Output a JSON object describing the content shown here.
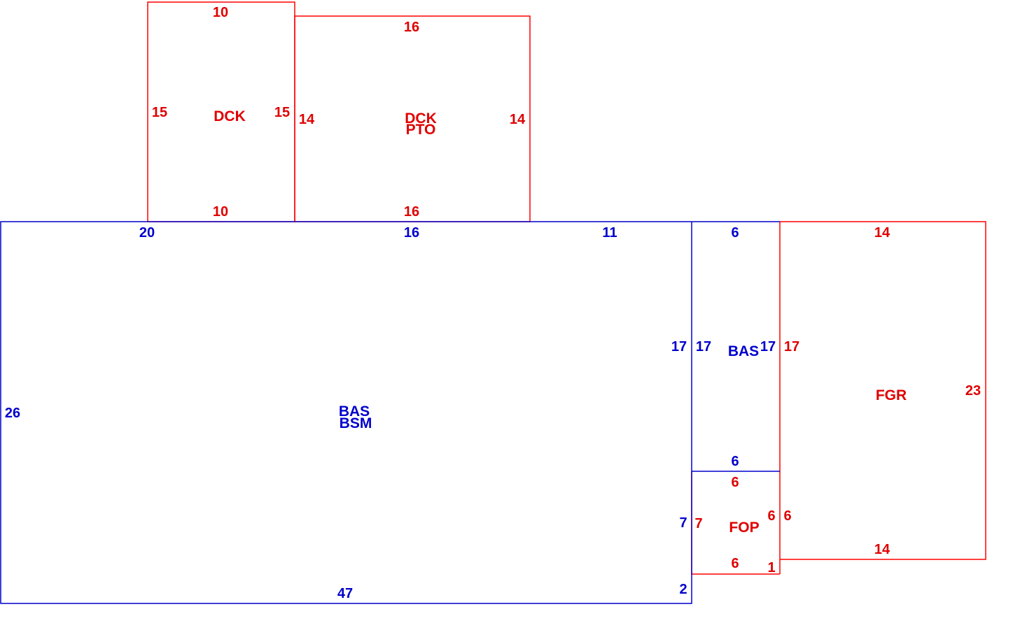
{
  "colors": {
    "red": "#e00000",
    "blue": "#0000cc",
    "background": "#ffffff"
  },
  "areas": {
    "dck_small": {
      "label": "DCK",
      "top": "10",
      "bottom": "10",
      "left": "15",
      "right": "15"
    },
    "dck_pto": {
      "label1": "DCK",
      "label2": "PTO",
      "top": "16",
      "bottom": "16",
      "left": "14",
      "right": "14"
    },
    "bas_main": {
      "label1": "BAS",
      "label2": "BSM",
      "top_a": "20",
      "top_b": "16",
      "top_c": "11",
      "left": "26",
      "bottom": "47",
      "right_upper": "17",
      "right_lower": "7",
      "right_step": "2"
    },
    "bas_small": {
      "label": "BAS",
      "top": "6",
      "bottom": "6",
      "left": "17",
      "right": "17"
    },
    "fop": {
      "label": "FOP",
      "top": "6",
      "bottom": "6",
      "left": "7",
      "right": "6",
      "step": "1"
    },
    "fgr": {
      "label": "FGR",
      "top": "14",
      "bottom": "14",
      "left_upper": "17",
      "left_lower": "6",
      "right": "23"
    }
  }
}
